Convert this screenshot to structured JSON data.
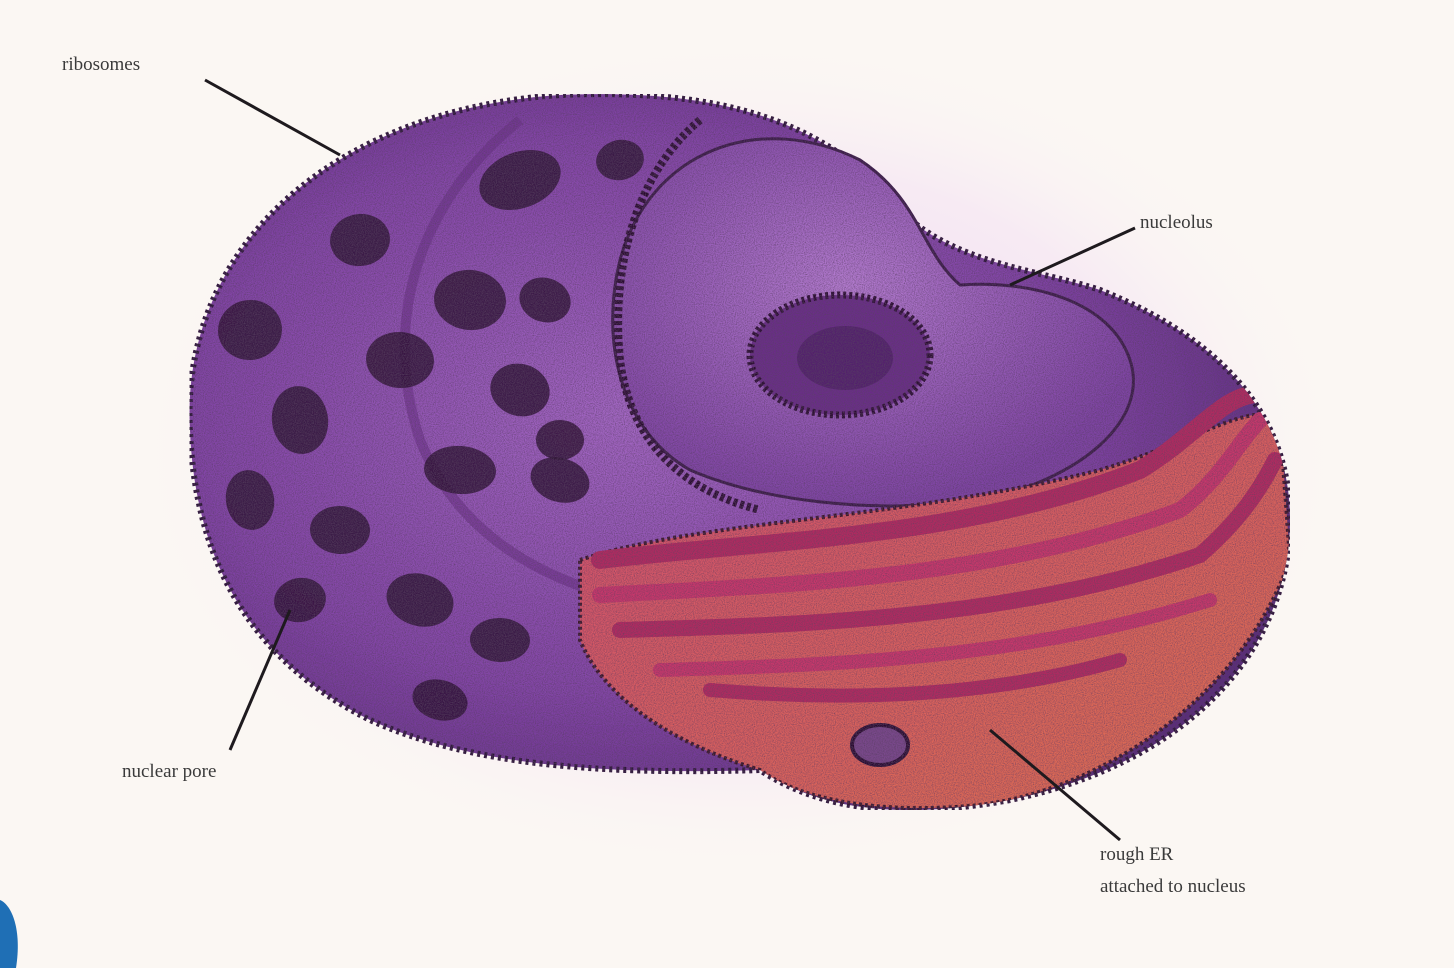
{
  "diagram": {
    "labels": {
      "ribosomes": "ribosomes",
      "nucleolus": "nucleolus",
      "nuclear_pore": "nuclear pore",
      "rough_er_line1": "rough ER",
      "rough_er_line2": "attached to nucleus"
    },
    "colors": {
      "background": "#fbf7f3",
      "nucleus_outer": "#7b3aa0",
      "nucleus_inner": "#8e52b0",
      "pore": "#2a1030",
      "nucleolus": "#5c2a7a",
      "er_tube": "#c0386a",
      "er_lumen": "#d9604a",
      "leader_line": "#1e1a1e"
    }
  }
}
